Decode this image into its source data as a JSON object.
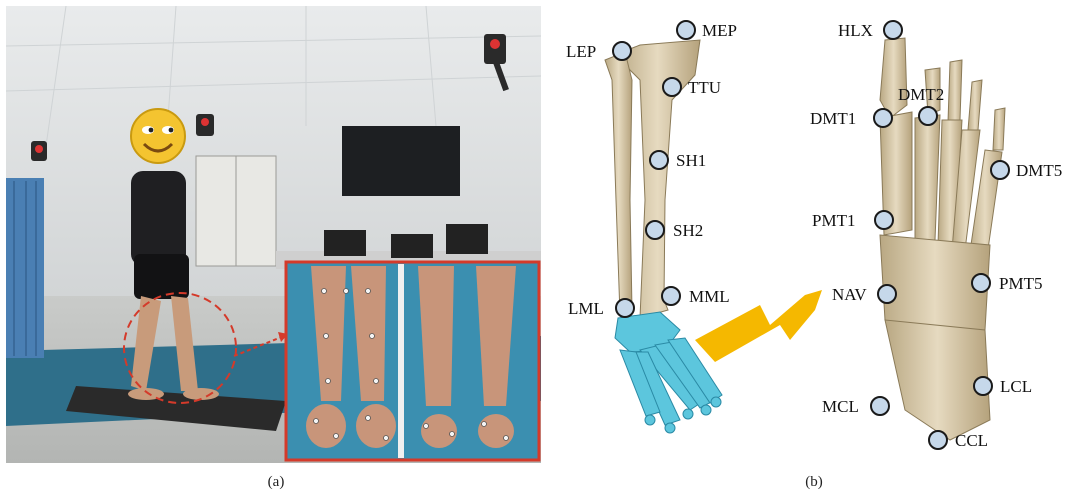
{
  "captions": {
    "left": "(a)",
    "right": "(b)"
  },
  "tibia_markers": [
    {
      "id": "lep",
      "label": "LEP"
    },
    {
      "id": "mep",
      "label": "MEP"
    },
    {
      "id": "ttu",
      "label": "TTU"
    },
    {
      "id": "sh1",
      "label": "SH1"
    },
    {
      "id": "sh2",
      "label": "SH2"
    },
    {
      "id": "lml",
      "label": "LML"
    },
    {
      "id": "mml",
      "label": "MML"
    }
  ],
  "foot_markers": [
    {
      "id": "hlx",
      "label": "HLX"
    },
    {
      "id": "dmt1",
      "label": "DMT1"
    },
    {
      "id": "dmt2",
      "label": "DMT2"
    },
    {
      "id": "dmt5",
      "label": "DMT5"
    },
    {
      "id": "pmt1",
      "label": "PMT1"
    },
    {
      "id": "nav",
      "label": "NAV"
    },
    {
      "id": "pmt5",
      "label": "PMT5"
    },
    {
      "id": "mcl",
      "label": "MCL"
    },
    {
      "id": "lcl",
      "label": "LCL"
    },
    {
      "id": "ccl",
      "label": "CCL"
    }
  ],
  "colors": {
    "marker_fill": "#c6d8ea",
    "inset_border": "#d43a2a",
    "arrow": "#f5b800",
    "bone": "#d8c9a8",
    "foot_bones_highlight": "#59c9e0"
  }
}
